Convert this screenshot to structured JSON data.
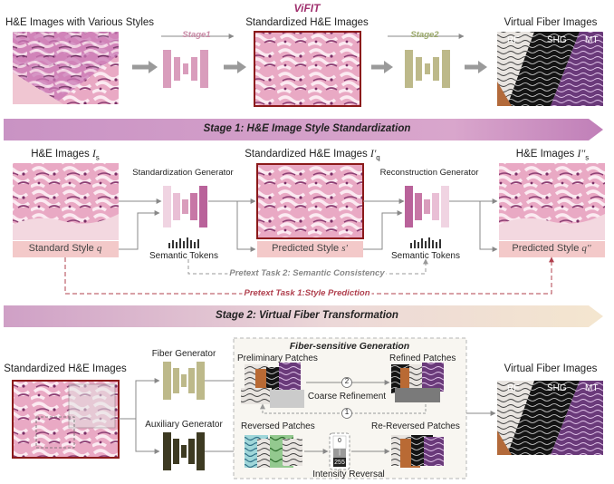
{
  "title": "ViFIT",
  "top": {
    "he_various_label": "H&E Images with Various Styles",
    "stage1_label": "Stage1",
    "standardized_label": "Standardized H&E Images",
    "stage2_label": "Stage2",
    "virtual_fiber_label": "Virtual Fiber Images",
    "tags": [
      "RF",
      "SHG",
      "MT"
    ]
  },
  "stage1": {
    "banner": "Stage 1: H&E Image Style Standardization",
    "he_images_label": "H&E Images ",
    "he_images_sym": "I",
    "he_images_sub": "s",
    "std_gen_label": "Standardization Generator",
    "std_he_label": "Standardized H&E Images ",
    "std_he_sym": "I'",
    "std_he_sub": "q",
    "recon_gen_label": "Reconstruction Generator",
    "he_out_label": "H&E Images ",
    "he_out_sym": "I''",
    "he_out_sub": "s",
    "standard_style": "Standard Style ",
    "standard_style_sym": "q",
    "predicted_style": "Predicted Style ",
    "predicted_style_sym": "s'",
    "predicted_style2": "Predicted Style ",
    "predicted_style2_sym": "q''",
    "semantic_tokens_1": "Semantic Tokens",
    "semantic_tokens_2": "Semantic Tokens",
    "pretext2": "Pretext Task 2: Semantic Consistency",
    "pretext1": "Pretext Task 1:Style Prediction"
  },
  "stage2": {
    "banner": "Stage 2: Virtual Fiber Transformation",
    "std_he_label": "Standardized H&E Images",
    "fiber_gen_label": "Fiber Generator",
    "aux_gen_label": "Auxiliary Generator",
    "box_title": "Fiber-sensitive Generation",
    "prelim_label": "Preliminary Patches",
    "refined_label": "Refined Patches",
    "coarse_label": "Coarse Refinement",
    "reversed_label": "Reversed Patches",
    "rereversed_label": "Re-Reversed Patches",
    "intensity_label": "Intensity Reversal",
    "step2": "2",
    "step1": "1",
    "scale_top": "0",
    "scale_mid": "|",
    "scale_bot": "255",
    "virtual_label": "Virtual Fiber Images",
    "tags": [
      "RF",
      "SHG",
      "MT"
    ]
  },
  "colors": {
    "title": "#a0306e",
    "stage_label": "#c98aa6",
    "stage2_label": "#9aa86a",
    "gen_pink": "#d99dbc",
    "gen_olive": "#bdb98a",
    "gen_dark": "#3d3a22",
    "red_frame": "#8b1a1a",
    "style_box": "#f3c9c9",
    "dashed_red": "#b0404e",
    "dashed_gray": "#999999",
    "arrow_gray": "#9a9a9a"
  }
}
